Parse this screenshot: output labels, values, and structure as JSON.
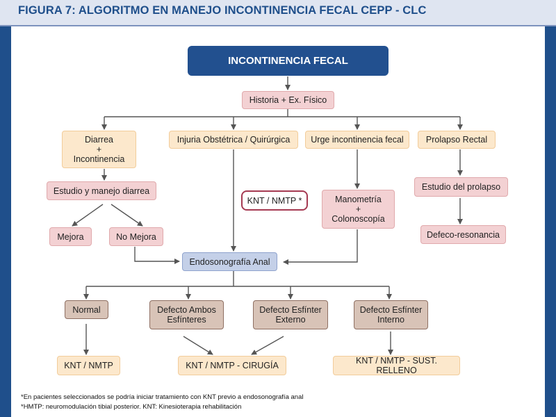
{
  "header": {
    "title": "FIGURA 7: ALGORITMO EN MANEJO INCONTINENCIA FECAL CEPP - CLC"
  },
  "nodes": {
    "incontinencia": "INCONTINENCIA FECAL",
    "historia": "Historia + Ex. Físico",
    "diarrea": "Diarrea\n+\nIncontinencia",
    "injuria": "Injuria Obstétrica / Quirúrgica",
    "urge": "Urge incontinencia fecal",
    "prolapso": "Prolapso Rectal",
    "estudio_diarrea": "Estudio y manejo diarrea",
    "knt_nmtp_note": "KNT / NMTP  *",
    "manometria": "Manometría\n+\nColonoscopía",
    "estudio_prolapso": "Estudio del prolapso",
    "mejora": "Mejora",
    "no_mejora": "No Mejora",
    "defeco": "Defeco-resonancia",
    "endosonografia": "Endosonografía Anal",
    "normal": "Normal",
    "defecto_ambos": "Defecto Ambos\nEsfínteres",
    "defecto_externo": "Defecto Esfínter\nExterno",
    "defecto_interno": "Defecto Esfínter\nInterno",
    "knt_nmtp": "KNT / NMTP",
    "knt_cirugia": "KNT / NMTP - CIRUGÍA",
    "knt_relleno": "KNT / NMTP - SUST. RELLENO"
  },
  "footnotes": {
    "note1": "*En pacientes seleccionados se podría iniciar tratamiento con KNT previo a endosonografía anal",
    "note2": "*HMTP: neuromodulación tibial posterior. KNT: Kinesioterapia rehabilitación"
  },
  "colors": {
    "brand_blue": "#1f4f8b",
    "pink": "#f3d1d3",
    "peach": "#fce8cc",
    "light_blue": "#c4d0e8",
    "brown": "#d8c3b7",
    "arrow": "#555555"
  }
}
